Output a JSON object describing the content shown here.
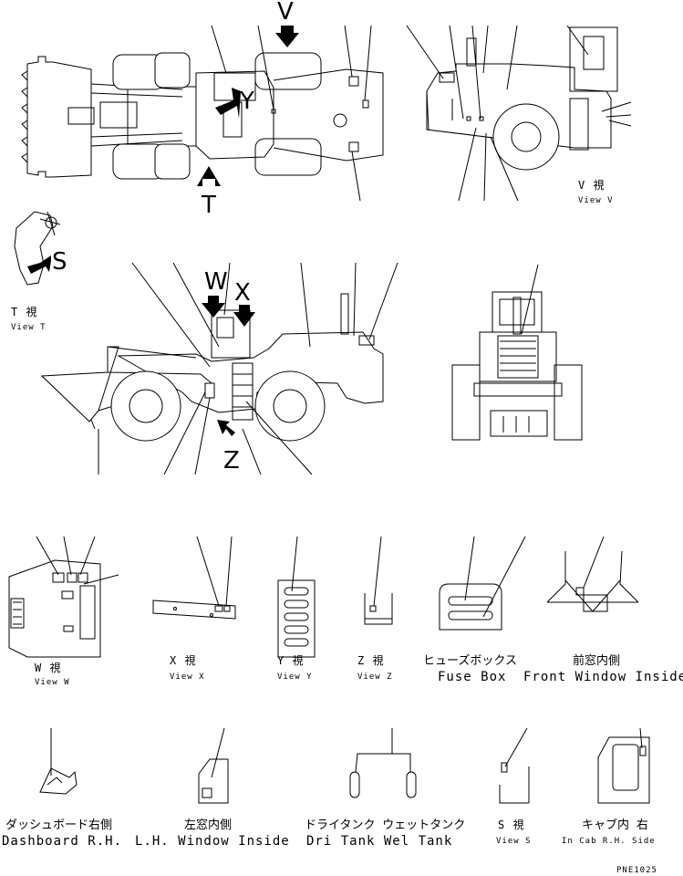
{
  "arrows": {
    "v": "V",
    "y": "Y",
    "t": "T",
    "s": "S",
    "w": "W",
    "x": "X",
    "z": "Z"
  },
  "views": {
    "view_v": {
      "jp": "V 視",
      "en": "View V"
    },
    "view_t": {
      "jp": "T 視",
      "en": "View T"
    },
    "view_w": {
      "jp": "W 視",
      "en": "View W"
    },
    "view_x": {
      "jp": "X 視",
      "en": "View X"
    },
    "view_y": {
      "jp": "Y 視",
      "en": "View Y"
    },
    "view_z": {
      "jp": "Z 視",
      "en": "View Z"
    },
    "fuse_box": {
      "jp": "ヒューズボックス",
      "en": "Fuse Box"
    },
    "front_window": {
      "jp": "前窓内側",
      "en": "Front Window Inside"
    },
    "dashboard": {
      "jp": "ダッシュボード右側",
      "en": "Dashboard R.H."
    },
    "lh_window": {
      "jp": "左窓内側",
      "en": "L.H. Window Inside"
    },
    "tanks": {
      "jp": "ドライタンク ウェットタンク",
      "en": "Dri Tank  Wel Tank"
    },
    "view_s": {
      "jp": "S 視",
      "en": "View S"
    },
    "cab_rh": {
      "jp": "キャブ内 右",
      "en": "In Cab R.H. Side"
    }
  },
  "footer": {
    "code": "PNE1025"
  }
}
